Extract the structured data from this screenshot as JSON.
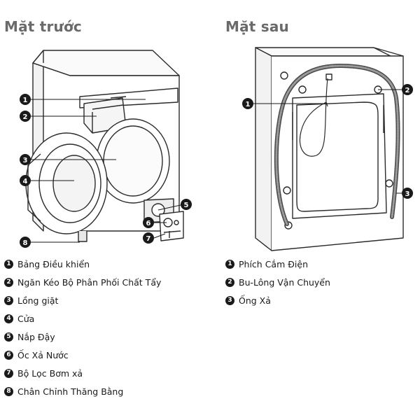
{
  "front": {
    "title": "Mặt trước",
    "items": [
      {
        "num": "1",
        "label": "Bảng Điều khiển"
      },
      {
        "num": "2",
        "label": "Ngăn Kéo Bộ Phân Phối Chất Tẩy"
      },
      {
        "num": "3",
        "label": "Lồng giặt"
      },
      {
        "num": "4",
        "label": "Cửa"
      },
      {
        "num": "5",
        "label": "Nắp Đậy"
      },
      {
        "num": "6",
        "label": "Ốc Xả Nước"
      },
      {
        "num": "7",
        "label": "Bộ Lọc Bơm xả"
      },
      {
        "num": "8",
        "label": "Chân Chỉnh Thăng Bằng"
      }
    ]
  },
  "back": {
    "title": "Mặt sau",
    "items": [
      {
        "num": "1",
        "label": "Phích Cắm Điện"
      },
      {
        "num": "2",
        "label": "Bu-Lông Vận Chuyển"
      },
      {
        "num": "3",
        "label": "Ống Xả"
      }
    ]
  }
}
